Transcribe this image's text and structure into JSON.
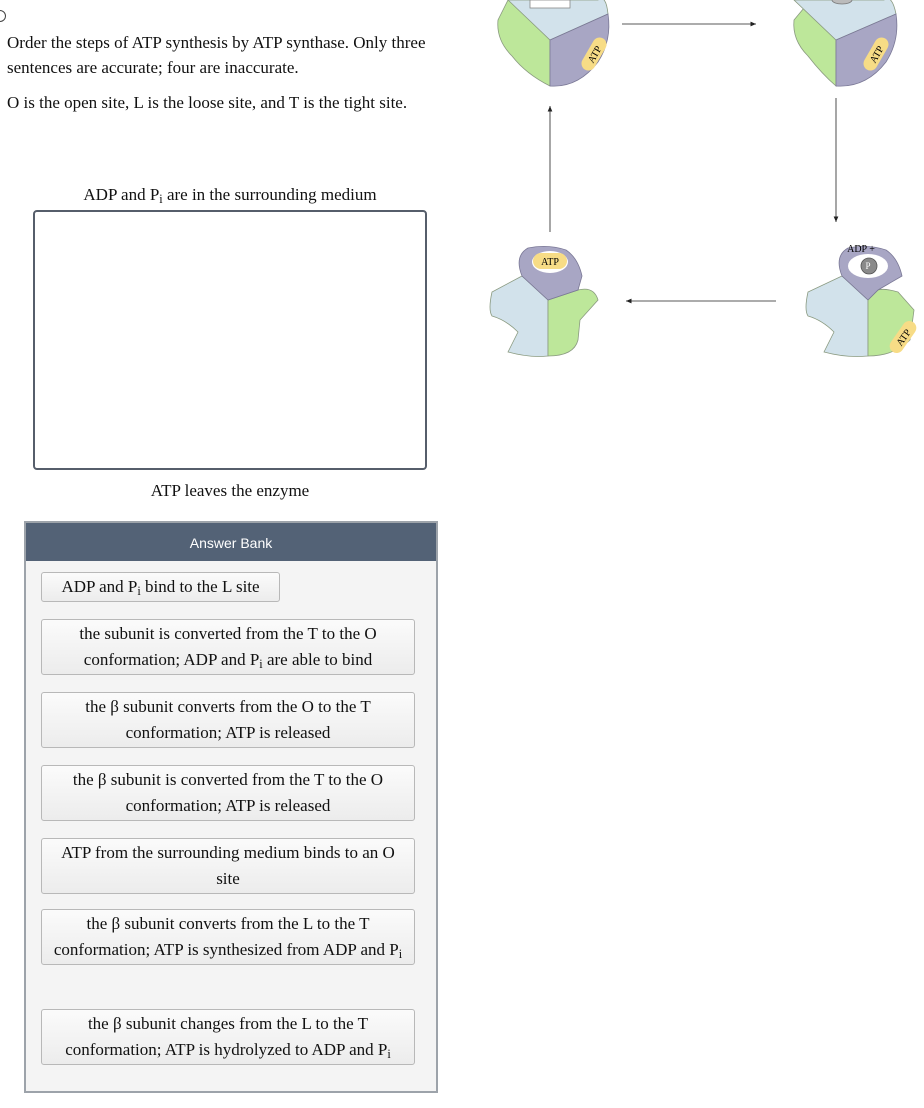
{
  "question": {
    "intro": "Order the steps of ATP synthesis by ATP synthase. Only three sentences are accurate; four are inaccurate.",
    "definition": "O is the open site, L is the loose site, and T is the tight site."
  },
  "sequence": {
    "start_label_pre": "ADP and P",
    "start_label_sub": "i",
    "start_label_post": " are in the surrounding medium",
    "end_label": "ATP leaves the enzyme"
  },
  "answer_bank": {
    "title": "Answer Bank",
    "items": [
      {
        "pre": "ADP and P",
        "sub": "i",
        "post": " bind to the L site"
      },
      {
        "pre": "the subunit is converted from the T to the O conformation; ADP and P",
        "sub": "i",
        "post": " are able to bind"
      },
      {
        "pre": "the β subunit converts from the O to the T conformation; ATP is released",
        "sub": "",
        "post": ""
      },
      {
        "pre": "the β subunit is converted from the T to the O conformation; ATP is released",
        "sub": "",
        "post": ""
      },
      {
        "pre": "ATP from the surrounding medium binds to an O site",
        "sub": "",
        "post": ""
      },
      {
        "pre": "the β subunit converts from the L to the T conformation; ATP is synthesized from ADP and P",
        "sub": "i",
        "post": ""
      },
      {
        "pre": "the β subunit changes from the L to the T conformation; ATP is hydrolyzed to ADP and P",
        "sub": "i",
        "post": ""
      }
    ]
  },
  "diagram": {
    "atp_label": "ATP",
    "adp_label": "ADP +",
    "pi_label": "P",
    "pi_sub": "i",
    "colors": {
      "green": "#bde79a",
      "blue": "#d2e2eb",
      "purple": "#a8a6c4",
      "atp_badge": "#f7dc86",
      "pi_circle": "#8a8a8a"
    }
  }
}
